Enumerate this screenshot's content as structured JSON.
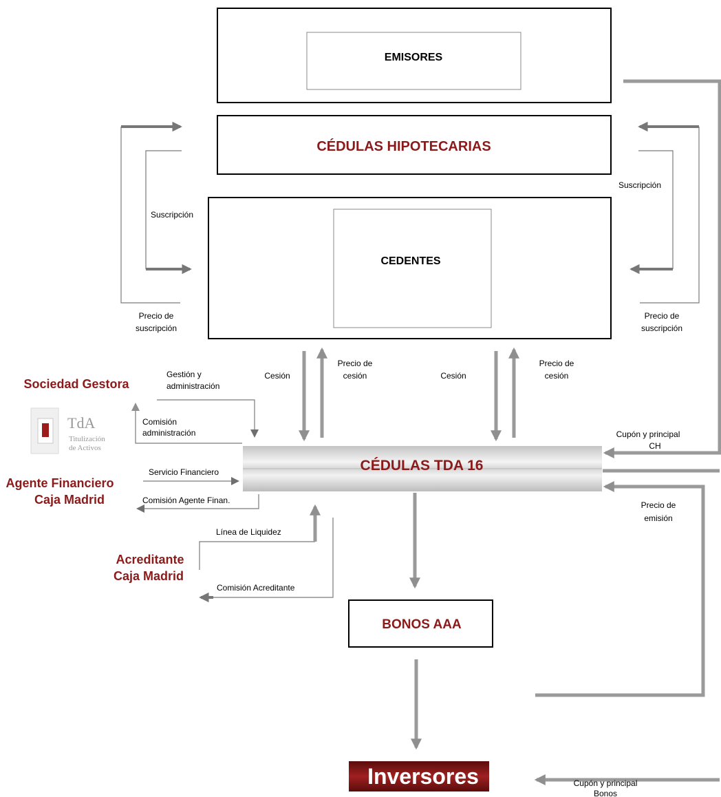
{
  "boxes": {
    "emisores": "EMISORES",
    "cedulas_hipotecarias": "CÉDULAS HIPOTECARIAS",
    "cedentes": "CEDENTES",
    "cedulas_tda": "CÉDULAS TDA 16",
    "bonos": "BONOS  AAA",
    "inversores": "Inversores"
  },
  "parties": {
    "sociedad_gestora": "Sociedad Gestora",
    "agente_line1": "Agente Financiero",
    "agente_line2": "Caja Madrid",
    "acreditante_line1": "Acreditante",
    "acreditante_line2": "Caja Madrid"
  },
  "logo": {
    "abbr": "TdA",
    "line1": "Titulización",
    "line2": "de Activos"
  },
  "labels": {
    "suscripcion_left": "Suscripción",
    "suscripcion_right": "Suscripción",
    "precio_susc_left_1": "Precio de",
    "precio_susc_left_2": "suscripción",
    "precio_susc_right_1": "Precio de",
    "precio_susc_right_2": "suscripción",
    "cesion_1": "Cesión",
    "cesion_2": "Cesión",
    "precio_cesion_1a": "Precio de",
    "precio_cesion_1b": "cesión",
    "precio_cesion_2a": "Precio de",
    "precio_cesion_2b": "cesión",
    "gestion_1": "Gestión  y",
    "gestion_2": "administración",
    "comision_adm_1": "Comisión",
    "comision_adm_2": "administración",
    "servicio_fin": "Servicio Financiero",
    "comision_agente": "Comisión Agente Finan.",
    "linea_liquidez": "Línea de  Liquidez",
    "comision_acreditante": "Comisión Acreditante",
    "cupon_ch_1": "Cupón y principal",
    "cupon_ch_2": "CH",
    "precio_emision_1": "Precio de",
    "precio_emision_2": "emisión",
    "cupon_bonos_1": "Cupón y principal",
    "cupon_bonos_2": "Bonos"
  },
  "colors": {
    "accent_red": "#8b1a1a",
    "arrow_gray": "#9a9a9a"
  }
}
